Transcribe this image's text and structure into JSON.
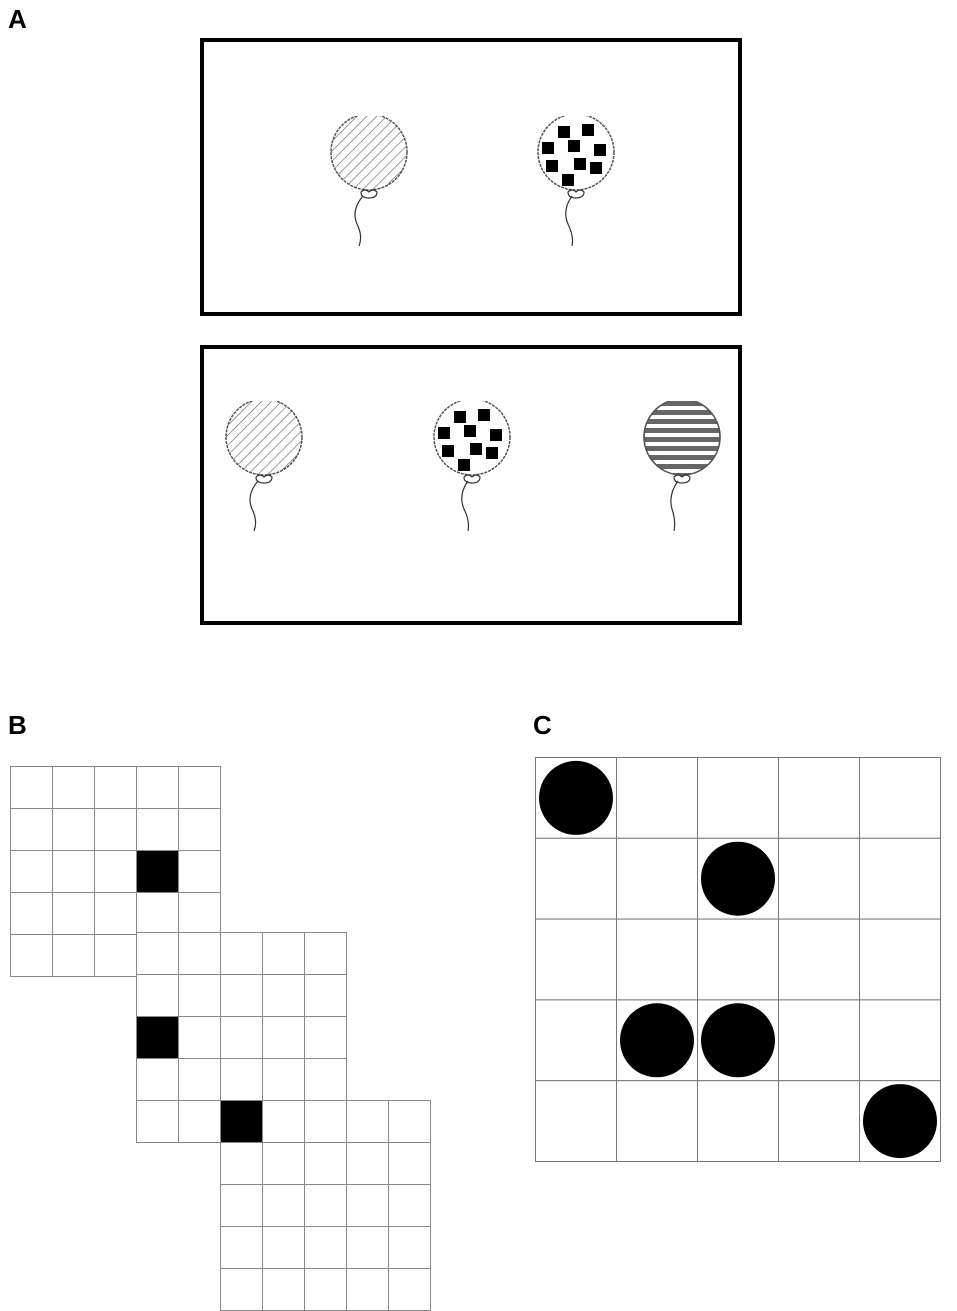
{
  "panels": {
    "a": {
      "label": "A",
      "top_balloons": [
        "diagonal-stripes",
        "squares"
      ],
      "bottom_balloons": [
        "diagonal-stripes",
        "squares",
        "horizontal-stripes"
      ]
    },
    "b": {
      "label": "B",
      "grid_size": 5,
      "grids": [
        {
          "filled_cell": [
            2,
            3
          ]
        },
        {
          "filled_cell": [
            2,
            0
          ]
        },
        {
          "filled_cell": [
            0,
            0
          ]
        }
      ]
    },
    "c": {
      "label": "C",
      "grid_size": 5,
      "dots": [
        [
          0,
          0
        ],
        [
          1,
          2
        ],
        [
          3,
          1
        ],
        [
          3,
          2
        ],
        [
          4,
          4
        ]
      ]
    }
  }
}
